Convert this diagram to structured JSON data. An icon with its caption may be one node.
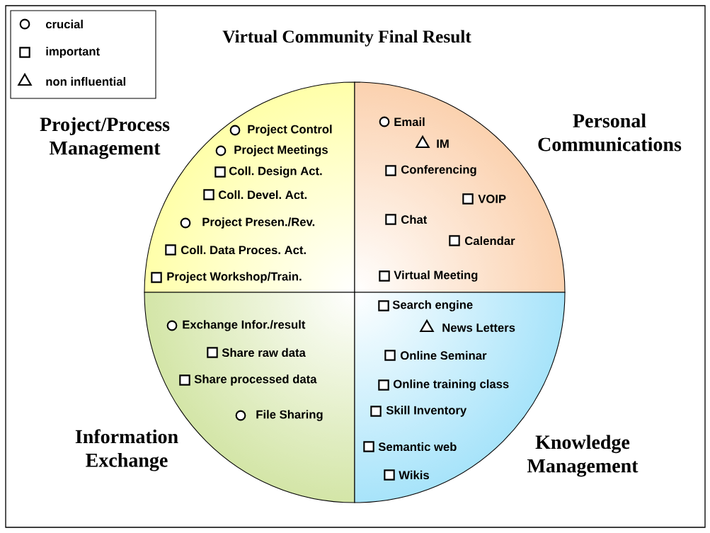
{
  "diagram": {
    "title": "Virtual Community Final Result",
    "nodes": [
      {
        "text": [
          "Project/Process Management"
        ]
      },
      {
        "text": [],
        "shape": "circle",
        "beside": [
          "Project Control"
        ],
        "in": 0
      },
      {
        "text": [],
        "shape": "circle",
        "beside": [
          "Project Meetings"
        ],
        "in": 0
      },
      {
        "text": [],
        "shape": "box",
        "beside": [
          "Coll. Design Act."
        ],
        "in": 0
      },
      {
        "text": [],
        "shape": "box",
        "beside": [
          "Coll. Devel. Act."
        ],
        "in": 0
      },
      {
        "text": [],
        "shape": "circle",
        "beside": [
          "Project Presen./Rev."
        ],
        "in": 0
      },
      {
        "text": [],
        "shape": "box",
        "beside": [
          "Coll. Data Proces. Act."
        ],
        "in": 0
      },
      {
        "text": [],
        "shape": "box",
        "beside": [
          "Project Workshop/Train."
        ],
        "in": 0
      },
      {
        "text": [
          "Personal Communications"
        ]
      },
      {
        "text": [],
        "shape": "circle",
        "beside": [
          "Email"
        ],
        "in": 8
      },
      {
        "text": [],
        "shape": "triangle",
        "beside": [
          "IM"
        ],
        "in": 8
      },
      {
        "text": [],
        "shape": "box",
        "beside": [
          "Conferencing"
        ],
        "in": 8
      },
      {
        "text": [],
        "shape": "box",
        "beside": [
          "VOIP"
        ],
        "in": 8
      },
      {
        "text": [],
        "shape": "box",
        "beside": [
          "Chat"
        ],
        "in": 8
      },
      {
        "text": [],
        "shape": "box",
        "beside": [
          "Calendar"
        ],
        "in": 8
      },
      {
        "text": [],
        "shape": "box",
        "beside": [
          "Virtual Meeting"
        ],
        "in": 8
      },
      {
        "text": [
          "Information Exchange"
        ]
      },
      {
        "text": [],
        "shape": "circle",
        "beside": [
          "Exchange Infor./result"
        ],
        "in": 16
      },
      {
        "text": [],
        "shape": "box",
        "beside": [
          "Share raw data"
        ],
        "in": 16
      },
      {
        "text": [],
        "shape": "box",
        "beside": [
          "Share processed data"
        ],
        "in": 16
      },
      {
        "text": [],
        "shape": "circle",
        "beside": [
          "File Sharing"
        ],
        "in": 16
      },
      {
        "text": [
          "Knowledge Management"
        ]
      },
      {
        "text": [],
        "shape": "box",
        "beside": [
          "Search engine"
        ],
        "in": 21
      },
      {
        "text": [],
        "shape": "triangle",
        "beside": [
          "News Letters"
        ],
        "in": 21
      },
      {
        "text": [],
        "shape": "box",
        "beside": [
          "Online Seminar"
        ],
        "in": 21
      },
      {
        "text": [],
        "shape": "box",
        "beside": [
          "Online training class"
        ],
        "in": 21
      },
      {
        "text": [],
        "shape": "box",
        "beside": [
          "Skill Inventory"
        ],
        "in": 21
      },
      {
        "text": [],
        "shape": "box",
        "beside": [
          "Semantic web"
        ],
        "in": 21
      },
      {
        "text": [],
        "shape": "box",
        "beside": [
          "Wikis"
        ],
        "in": 21
      }
    ],
    "legend": [
      {
        "text": "crucial"
      },
      {
        "text": "important"
      },
      {
        "text": "non influential"
      }
    ]
  }
}
